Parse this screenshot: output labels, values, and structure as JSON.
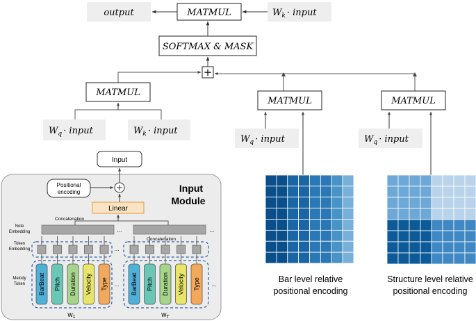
{
  "attention": {
    "output": "output",
    "matmul_top": "MATMUL",
    "wk_input_top": "W",
    "wk_sub": "k",
    "input_word": "· input",
    "softmax": "SOFTMAX & MASK",
    "plus": "+",
    "matmul_left": "MATMUL",
    "wq_left": "W",
    "wq_sub": "q",
    "wk_left": "W",
    "matmul_mid": "MATMUL",
    "wq_mid": "W",
    "matmul_right": "MATMUL",
    "wq_right": "W"
  },
  "encodings": {
    "bar_label_1": "Bar level relative",
    "bar_label_2": "positional encoding",
    "structure_label_1": "Structure level relative",
    "structure_label_2": "positional encoding",
    "bar_colors": [
      "#0b4f8a",
      "#1a65a3",
      "#2a79b6",
      "#4a93c6",
      "#78b0d8"
    ],
    "structure_colors": {
      "top_left": "#6ea8d6",
      "top_right": "#b9d4ea",
      "bottom_left": "#0d5a98",
      "bottom_right": "#3f88c3"
    }
  },
  "input_module": {
    "title_1": "Input",
    "title_2": "Module",
    "input_box": "Input",
    "positional_1": "Positional",
    "positional_2": "encoding",
    "linear": "Linear",
    "concatenation_1": "Concatenation",
    "concatenation_2": "Concatenation",
    "note_embedding_1": "Note",
    "note_embedding_2": "Embedding",
    "token_embedding_1": "Token",
    "token_embedding_2": "Embedding",
    "melody_token_1": "Melody",
    "melody_token_2": "Token",
    "ellipsis": "...",
    "tokens": [
      "BarBeat",
      "Pitch",
      "Duration",
      "Velocity",
      "Type"
    ],
    "token_colors": [
      "#4fb0d8",
      "#6ac7b8",
      "#a6d48a",
      "#e9e56a",
      "#f3a95c"
    ],
    "w1": "w",
    "w1_sub": "1",
    "wt": "w",
    "wt_sub": "T"
  }
}
